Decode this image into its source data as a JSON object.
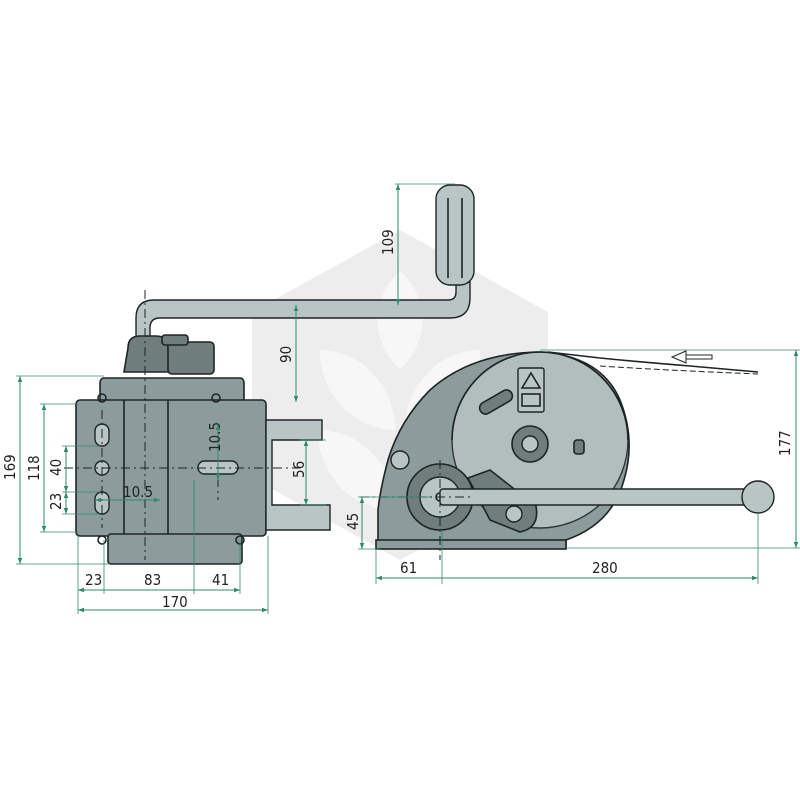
{
  "colors": {
    "body": "#8c9c9c",
    "body_dark": "#6f7d7d",
    "dimension_lines": "#2f8a6c",
    "outline": "#1e2424",
    "watermark": "#000000"
  },
  "watermark": {
    "icon": "wheat-logo-icon"
  },
  "dimensions": {
    "handle_grip_height": "109",
    "handle_offset_height": "90",
    "overall_height": "169",
    "base_plate_height": "118",
    "hole_spacing_40": "40",
    "hole_spacing_23": "23",
    "slot_width_left": "10.5",
    "slot_width_center": "10.5",
    "bracket_height": "56",
    "width_23": "23",
    "width_83": "83",
    "width_41": "41",
    "overall_width": "170",
    "side_height": "177",
    "foot_height": "45",
    "foot_length": "61",
    "lever_length": "280"
  },
  "rope_direction": {
    "icon": "arrow-left-icon"
  }
}
